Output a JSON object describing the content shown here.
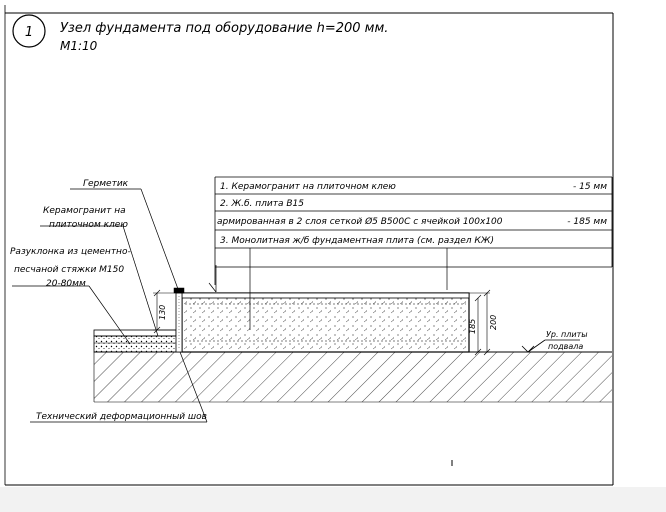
{
  "title": {
    "number": "1",
    "line1": "Узел фундамента  под оборудование  h=200 мм.",
    "line2": "М1:10"
  },
  "table": {
    "rows": [
      {
        "text": "1. Керамогранит на плиточном клею",
        "value": "- 15 мм"
      },
      {
        "text": "2. Ж.б. плита В15",
        "value": ""
      },
      {
        "text": "армированная в 2 слоя сеткой Ø5 В500С с ячейкой 100х100",
        "value": "- 185 мм"
      },
      {
        "text": "3. Монолитная ж/б фундаментная плита (см. раздел КЖ)",
        "value": ""
      }
    ]
  },
  "callouts": {
    "sealant": "Герметик",
    "tile_line1": "Керамогранит на",
    "tile_line2": "плиточном клею",
    "screed_line1": "Разуклонка из цементно-",
    "screed_line2": "песчаной стяжки М150",
    "screed_line3": "20-80мм",
    "joint": "Технический деформационный шов",
    "level_line1": "Ур. плиты",
    "level_line2": "подвала"
  },
  "dimensions": {
    "d130": "130",
    "d185": "185",
    "d200": "200"
  }
}
